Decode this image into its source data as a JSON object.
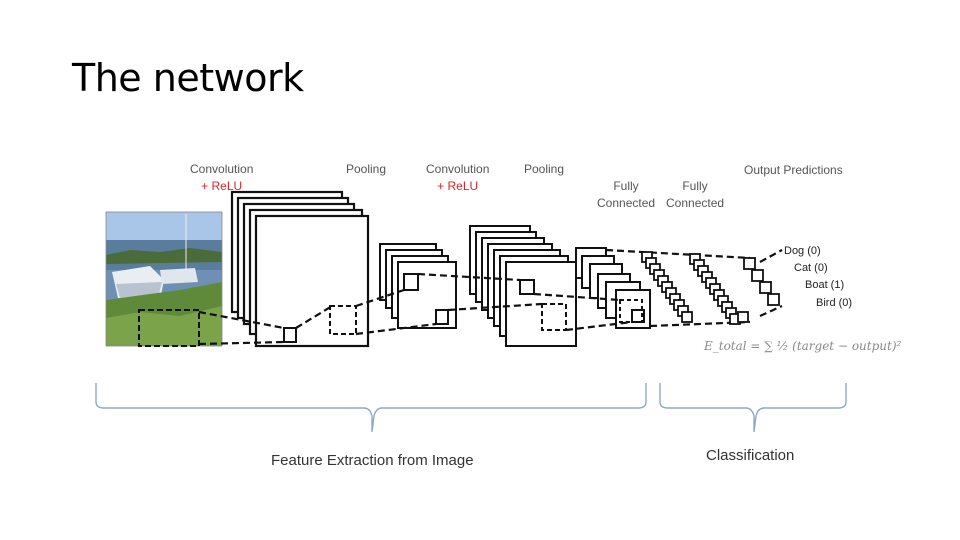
{
  "slide": {
    "title": "The network"
  },
  "diagram": {
    "stages": [
      {
        "label": "Convolution",
        "sub": "+ ReLU"
      },
      {
        "label": "Pooling",
        "sub": ""
      },
      {
        "label": "Convolution",
        "sub": "+ ReLU"
      },
      {
        "label": "Pooling",
        "sub": ""
      },
      {
        "label": "Fully\nConnected",
        "sub": ""
      },
      {
        "label": "Fully\nConnected",
        "sub": ""
      },
      {
        "label": "Output Predictions",
        "sub": ""
      }
    ],
    "outputs": [
      {
        "label": "Dog (0)"
      },
      {
        "label": "Cat (0)"
      },
      {
        "label": "Boat (1)"
      },
      {
        "label": "Bird (0)"
      }
    ],
    "loss_formula": "E_total = ∑ ½ (target − output)²",
    "groups": [
      {
        "label": "Feature Extraction from Image"
      },
      {
        "label": "Classification"
      }
    ],
    "colors": {
      "relu": "#d8262c",
      "bracket": "#8fa9c4",
      "stroke": "#111111"
    }
  }
}
